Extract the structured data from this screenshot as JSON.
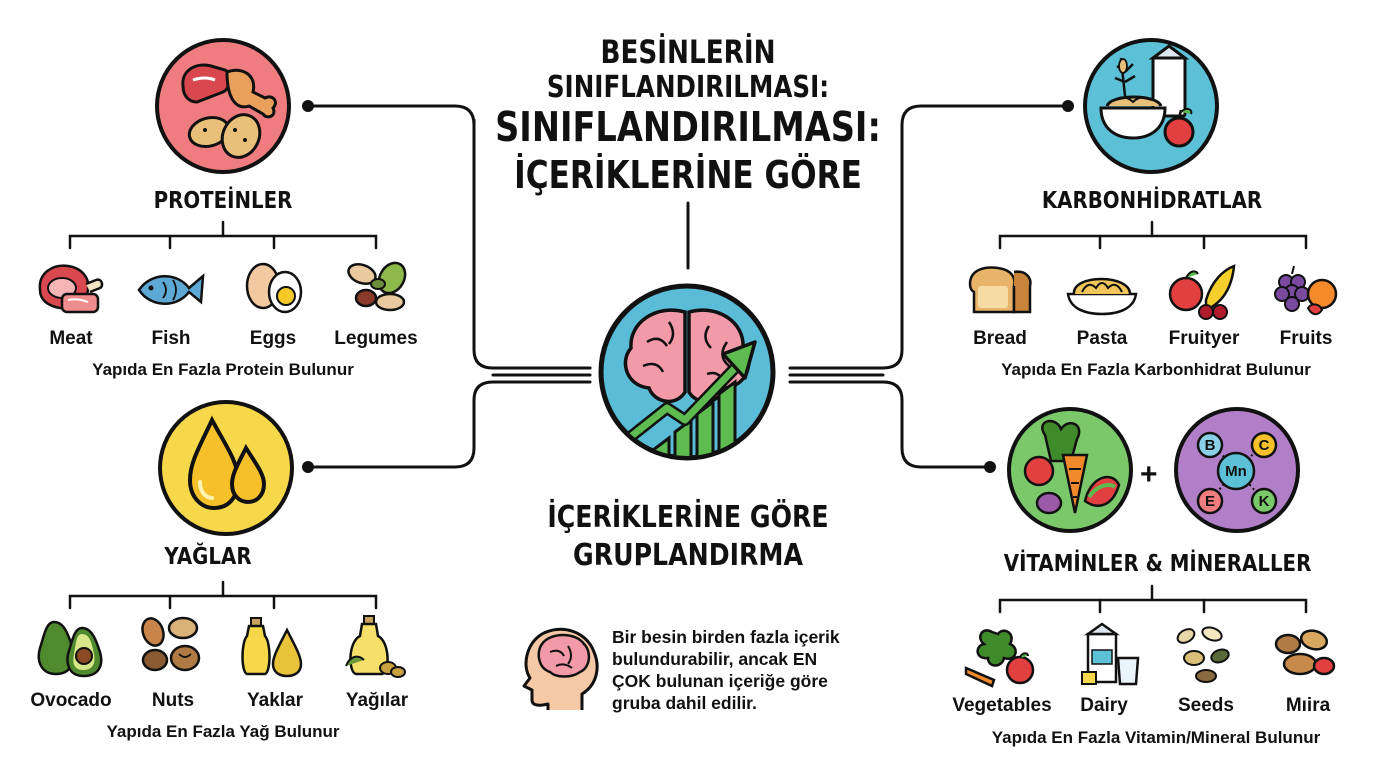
{
  "title": {
    "line1": "BESİNLERİN",
    "line2": "SINIFLANDIRILMASI:",
    "line3": "SINIFLANDIRILMASI:",
    "line4": "İÇERİKLERİNE GÖRE"
  },
  "center": {
    "subtitle_line1": "İÇERİKLERİNE GÖRE",
    "subtitle_line2": "GRUPLANDIRMA",
    "info_lines": [
      "Bir besin birden fazla içerik",
      "bulundurabilir, ancak EN",
      "ÇOK bulunan içeriğe göre",
      "gruba dahil edilir."
    ]
  },
  "groups": {
    "proteins": {
      "title": "PROTEİNLER",
      "items": [
        "Meat",
        "Fish",
        "Eggs",
        "Legumes"
      ],
      "note": "Yapıda En Fazla Protein Bulunur"
    },
    "fats": {
      "title": "YAĞLAR",
      "items": [
        "Ovocado",
        "Nuts",
        "Yaklar",
        "Yağılar"
      ],
      "note": "Yapıda En Fazla Yağ Bulunur"
    },
    "carbs": {
      "title": "KARBONHİDRATLAR",
      "items": [
        "Bread",
        "Pasta",
        "Fruityer",
        "Fruits"
      ],
      "note": "Yapıda En Fazla Karbonhidrat Bulunur"
    },
    "vitamins": {
      "title": "VİTAMİNLER & MİNERALLER",
      "plus": "+",
      "items": [
        "Vegetables",
        "Dairy",
        "Seeds",
        "Mıira"
      ],
      "note": "Yapıda En Fazla Vitamin/Mineral Bulunur",
      "mineral_letters": [
        "B",
        "C",
        "Mn",
        "E",
        "K"
      ]
    }
  },
  "colors": {
    "protein_circle": "#ef7d80",
    "fat_circle": "#f6d84a",
    "carb_circle": "#5cc1d6",
    "veg_circle": "#7bc86a",
    "mineral_circle": "#b17fc8",
    "brain_circle": "#5bbcd8"
  }
}
